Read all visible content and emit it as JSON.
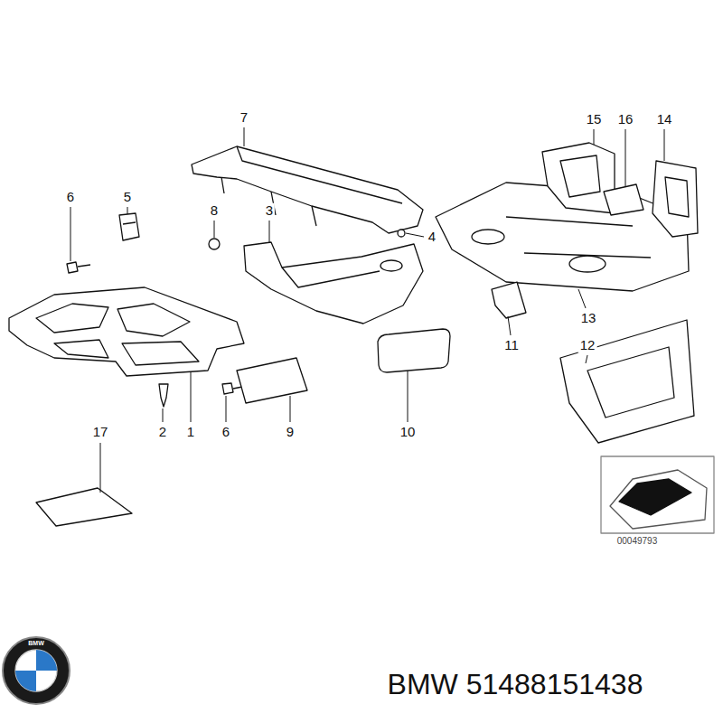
{
  "diagram": {
    "labels": [
      "7",
      "6",
      "5",
      "8",
      "3",
      "4",
      "15",
      "16",
      "14",
      "13",
      "11",
      "12",
      "17",
      "2",
      "1",
      "6",
      "9",
      "10",
      "00049793",
      "BMW",
      "BMW 51488151438"
    ]
  }
}
